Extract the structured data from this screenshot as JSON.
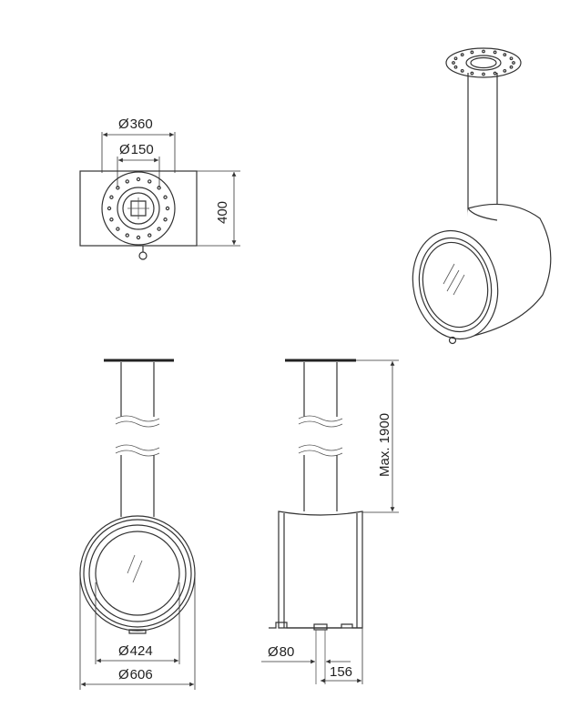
{
  "dimensions": {
    "flue_plate_diameter": "360",
    "flue_diameter": "150",
    "depth": "400",
    "max_height": "Max. 1900",
    "glass_diameter": "424",
    "body_diameter": "606",
    "air_inlet_diameter": "80",
    "air_inlet_offset": "156"
  },
  "symbols": {
    "diameter": "Ø"
  },
  "colors": {
    "line": "#333333",
    "background": "#ffffff"
  }
}
